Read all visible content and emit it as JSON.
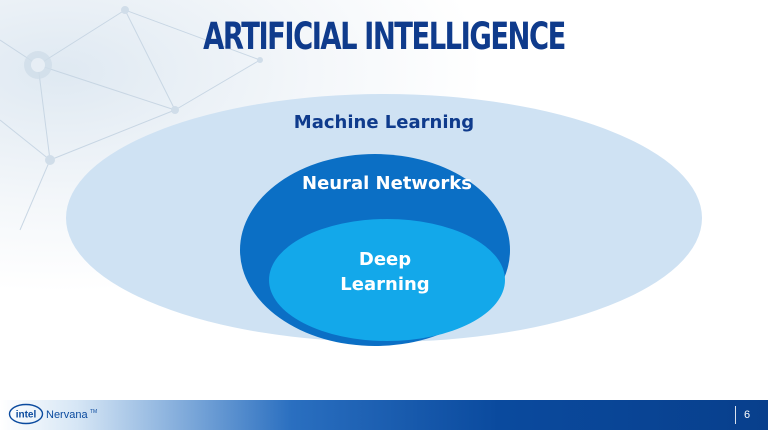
{
  "title": "ARTIFICIAL INTELLIGENCE",
  "diagram": {
    "outer": {
      "label": "Machine Learning",
      "color": "#cfe2f3"
    },
    "middle": {
      "label": "Neural Networks",
      "color": "#0b6fc5"
    },
    "inner": {
      "label_line1": "Deep",
      "label_line2": "Learning",
      "color": "#13a8ea"
    }
  },
  "footer": {
    "brand_logo_text": "intel",
    "brand_name": "Nervana",
    "brand_tm": "TM",
    "page_number": "6"
  },
  "colors": {
    "title": "#0f3b8c",
    "outer_label": "#0f3b8c",
    "inner_labels": "#ffffff",
    "footer_dark": "#083f8c"
  }
}
